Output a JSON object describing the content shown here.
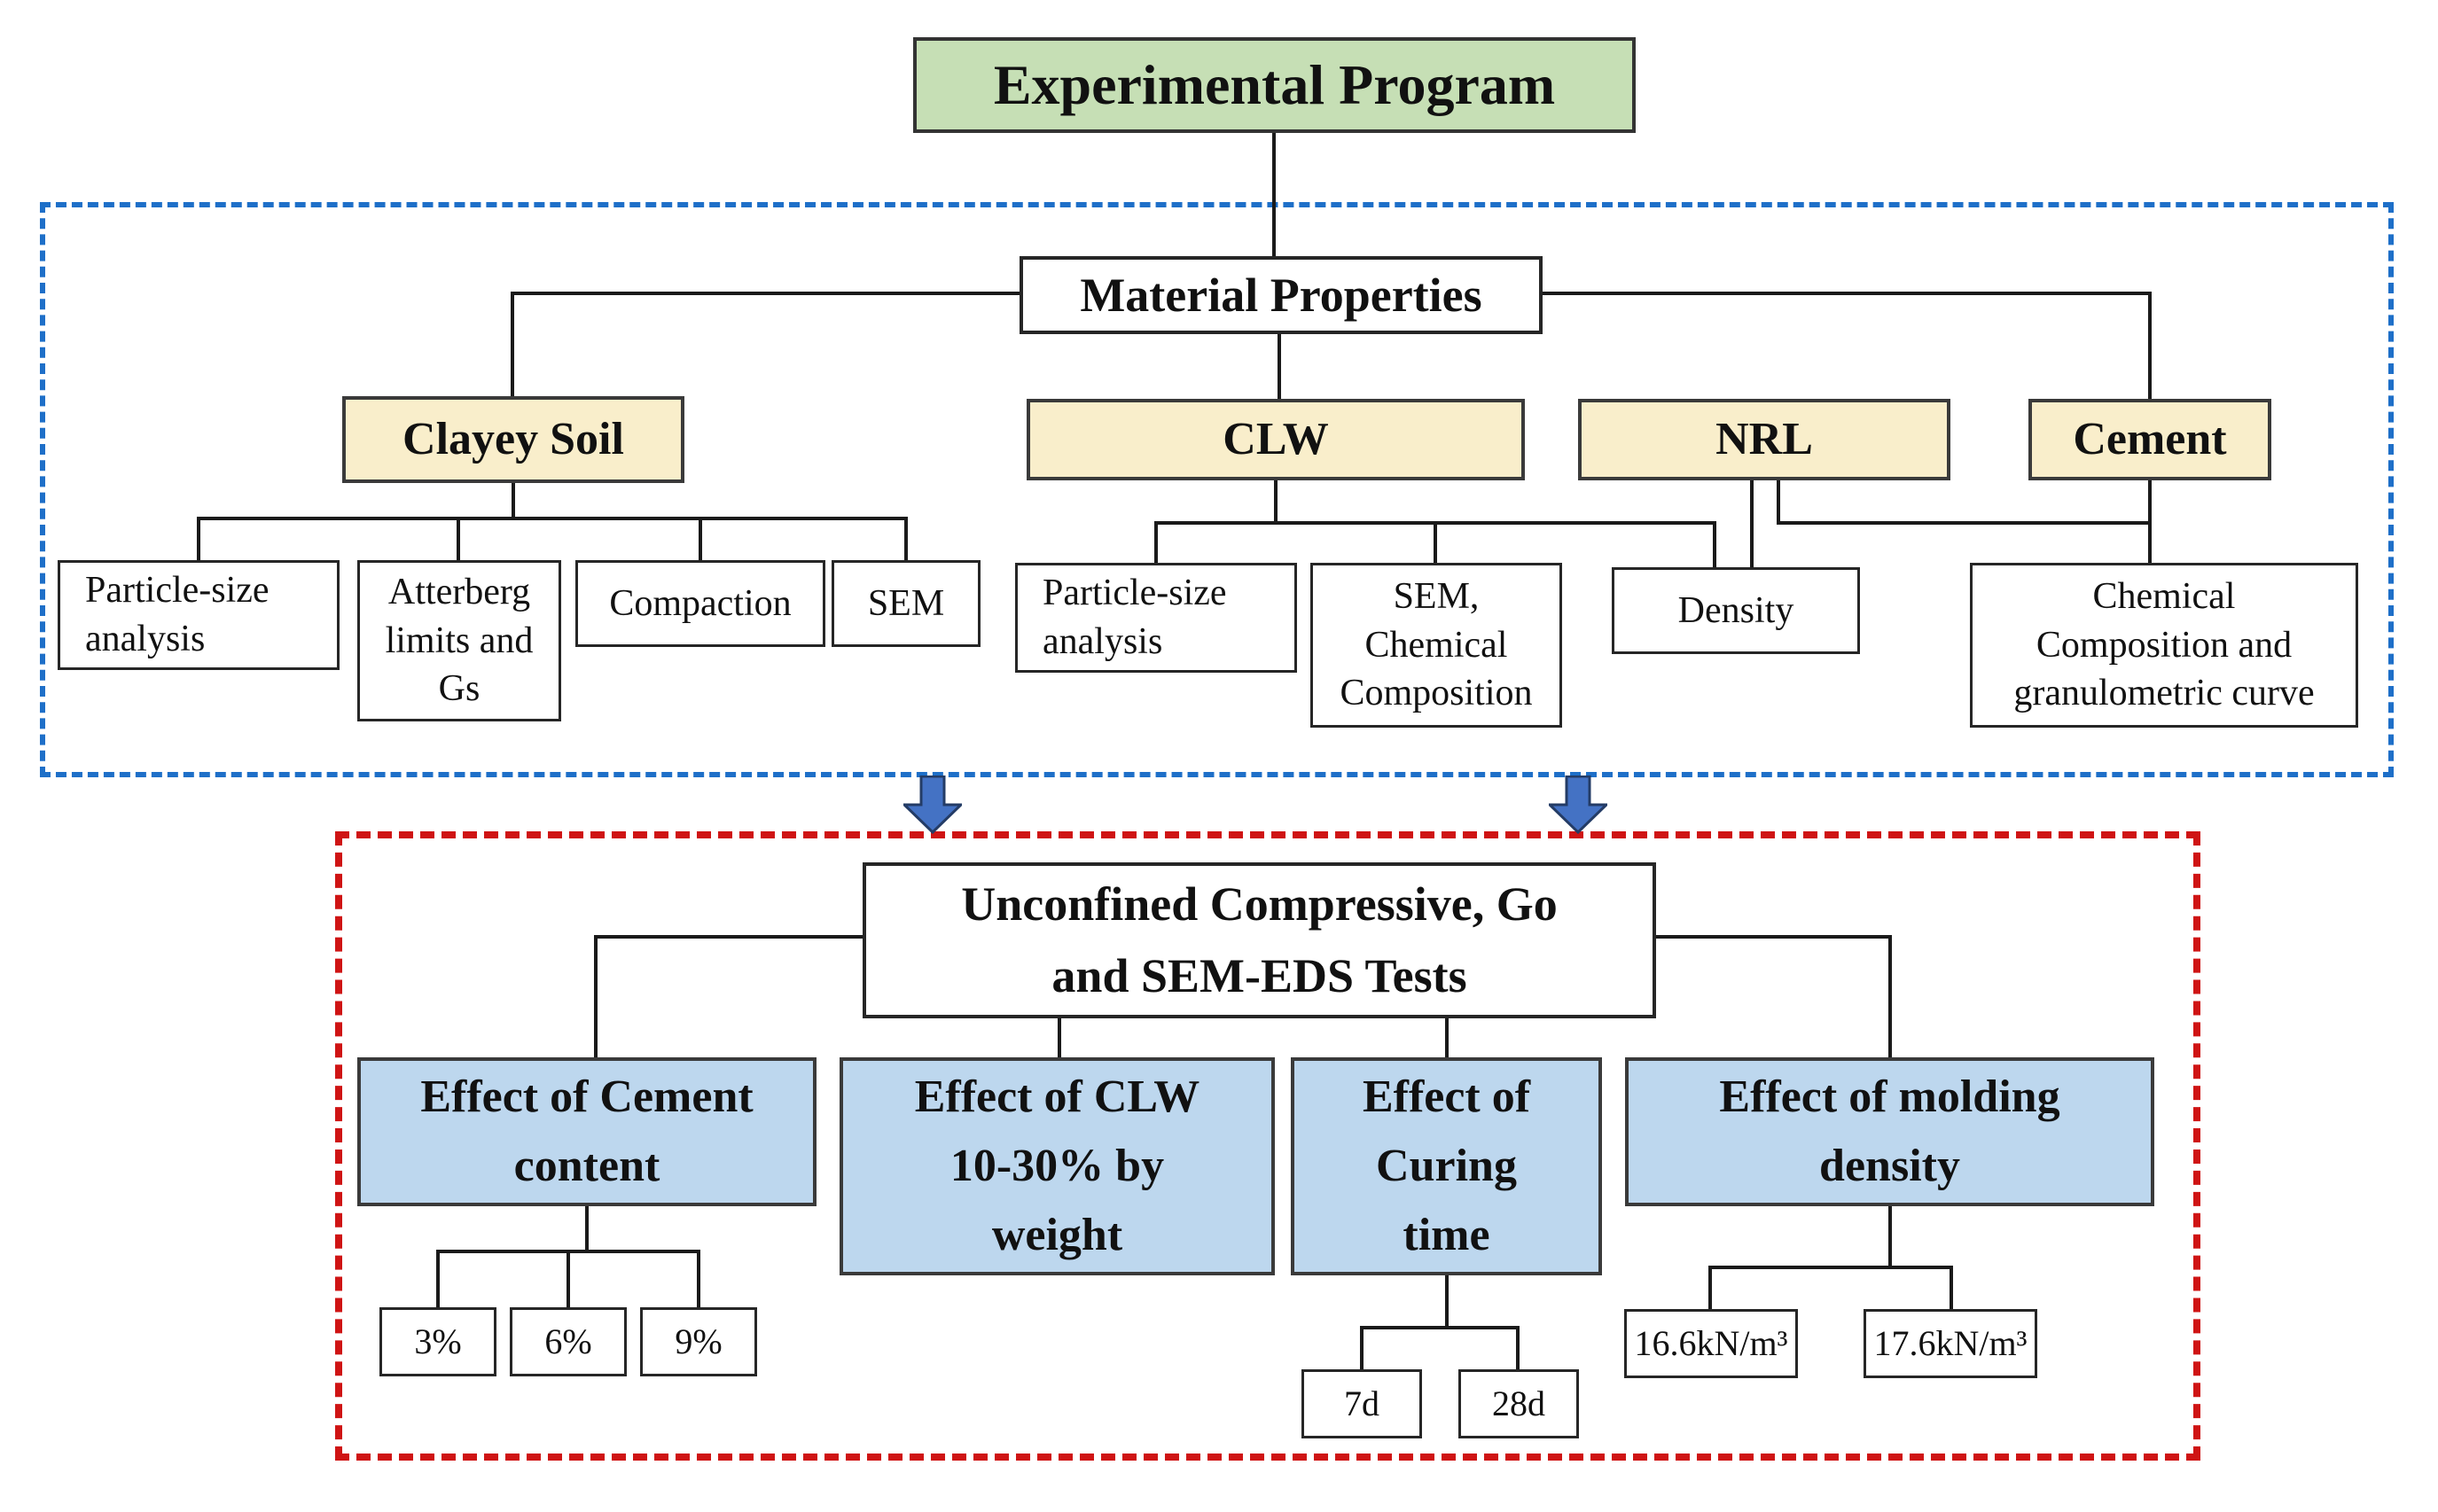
{
  "colors": {
    "root_fill": "#c6dfb5",
    "group_fill": "#f9eecb",
    "effect_fill": "#bdd7ee",
    "material_section_border": "#1e6fc8",
    "tests_section_border": "#cf1414",
    "arrow_fill": "#4472c4",
    "arrow_edge": "#243c66",
    "connector": "#1a1a1a",
    "box_border": "#262626"
  },
  "root": {
    "label": "Experimental Program"
  },
  "material": {
    "title": "Material Properties",
    "clayey": {
      "label": "Clayey Soil",
      "children": [
        {
          "label": "Particle-size\nanalysis"
        },
        {
          "label": "Atterberg\nlimits and\nGs"
        },
        {
          "label": "Compaction"
        },
        {
          "label": "SEM"
        }
      ]
    },
    "clw": {
      "label": "CLW",
      "children": [
        {
          "label": "Particle-size\nanalysis"
        },
        {
          "label": "SEM,\nChemical\nComposition"
        }
      ]
    },
    "nrl": {
      "label": "NRL",
      "children": [
        {
          "label": "Density"
        }
      ]
    },
    "cement": {
      "label": "Cement",
      "children": [
        {
          "label": "Chemical\nComposition and\ngranulometric curve"
        }
      ]
    }
  },
  "tests": {
    "title": "Unconfined Compressive, Go\nand SEM-EDS Tests",
    "effects": [
      {
        "label": "Effect of Cement\ncontent",
        "children": [
          {
            "label": "3%"
          },
          {
            "label": "6%"
          },
          {
            "label": "9%"
          }
        ]
      },
      {
        "label": "Effect of CLW\n10-30% by\nweight",
        "children": []
      },
      {
        "label": "Effect of\nCuring\ntime",
        "children": [
          {
            "label": "7d"
          },
          {
            "label": "28d"
          }
        ]
      },
      {
        "label": "Effect of molding\ndensity",
        "children": [
          {
            "label": "16.6kN/m³"
          },
          {
            "label": "17.6kN/m³"
          }
        ]
      }
    ]
  }
}
